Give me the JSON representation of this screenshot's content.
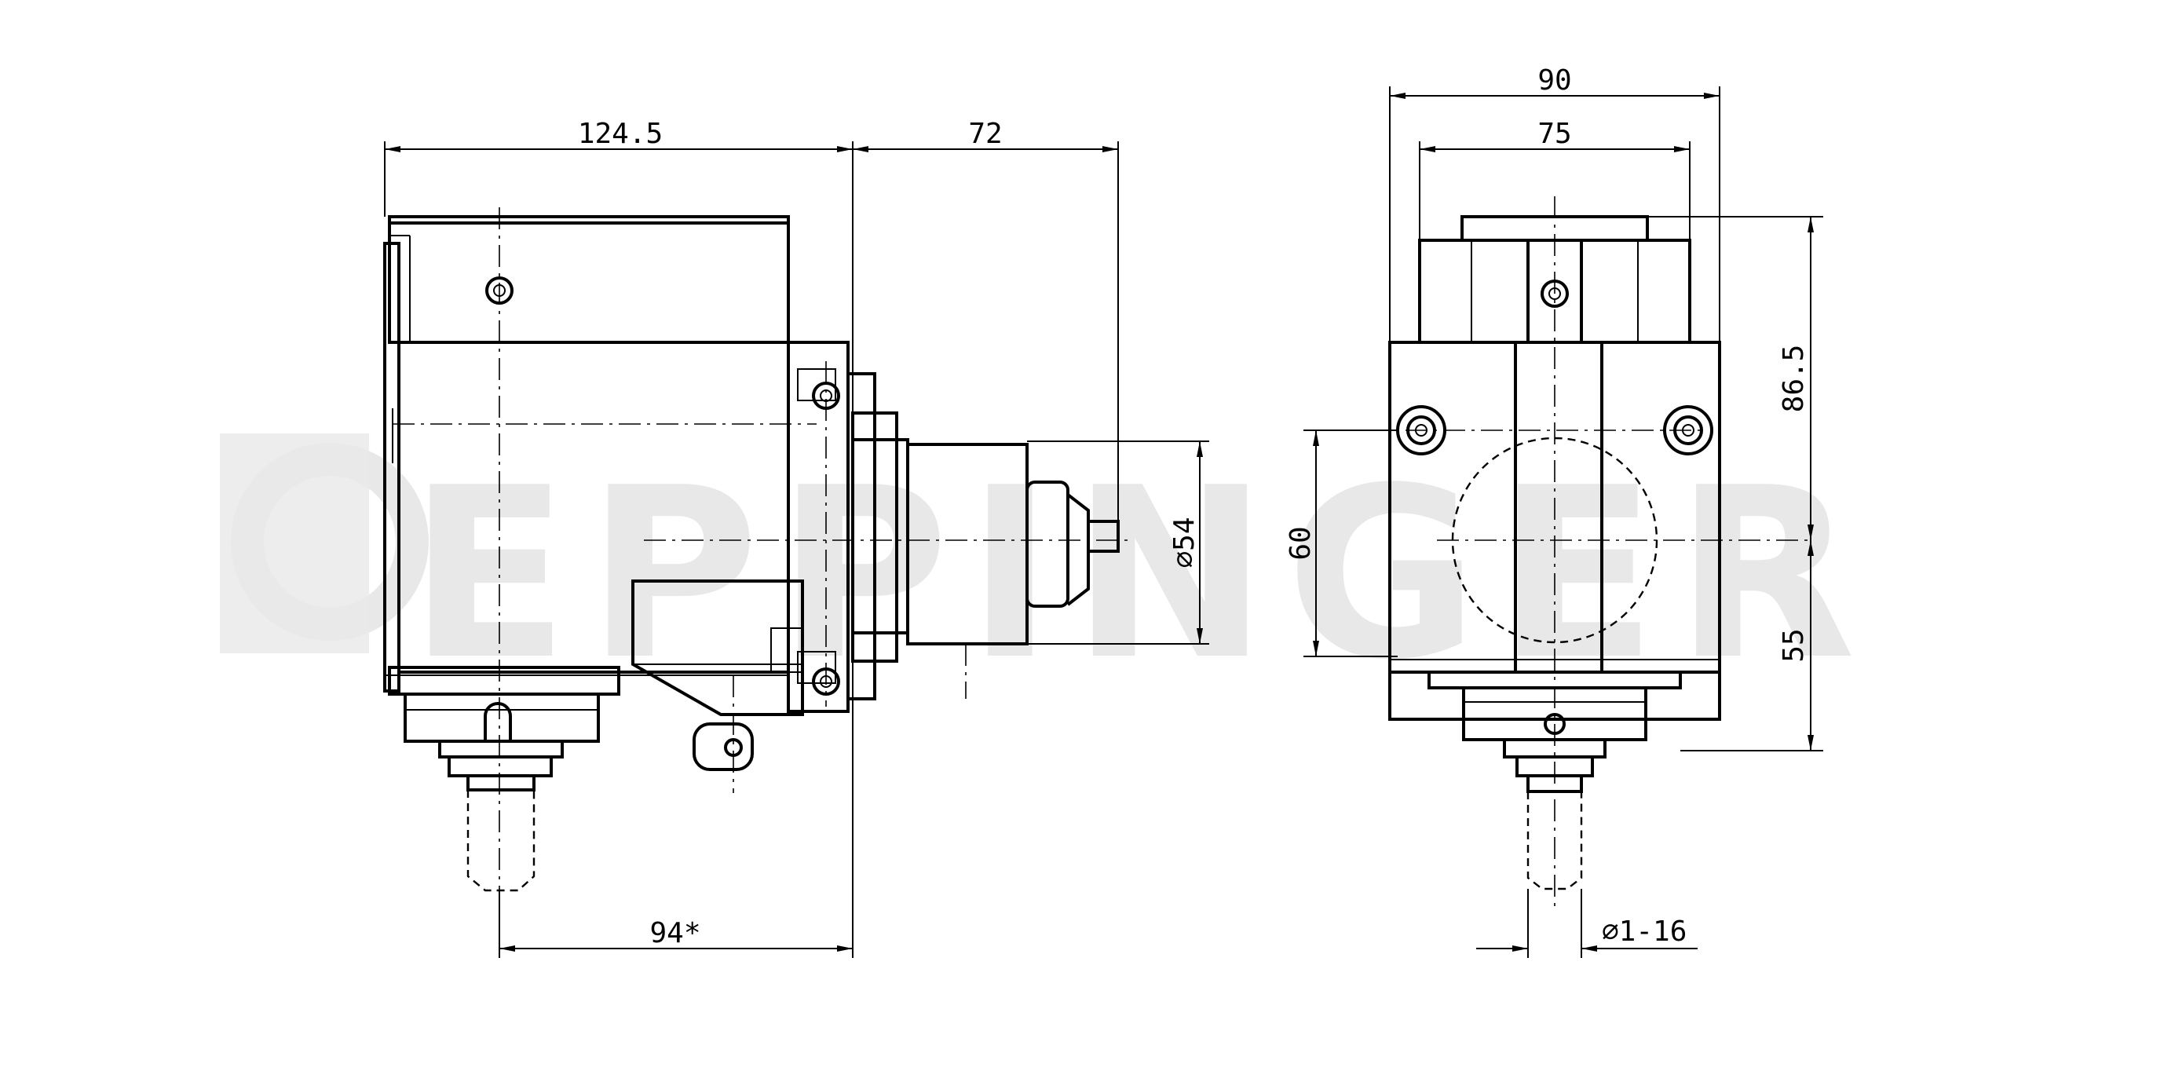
{
  "watermark": {
    "text": "EPPINGER"
  },
  "side_view": {
    "dimensions": {
      "width_body": "124.5",
      "width_shaft": "72",
      "diameter_flange": "⌀54",
      "width_bottom": "94*"
    }
  },
  "front_view": {
    "dimensions": {
      "overall_width": "90",
      "inner_width": "75",
      "height_upper": "86.5",
      "height_lower": "55",
      "height_left": "60",
      "collet_diameter": "⌀1-16"
    }
  }
}
